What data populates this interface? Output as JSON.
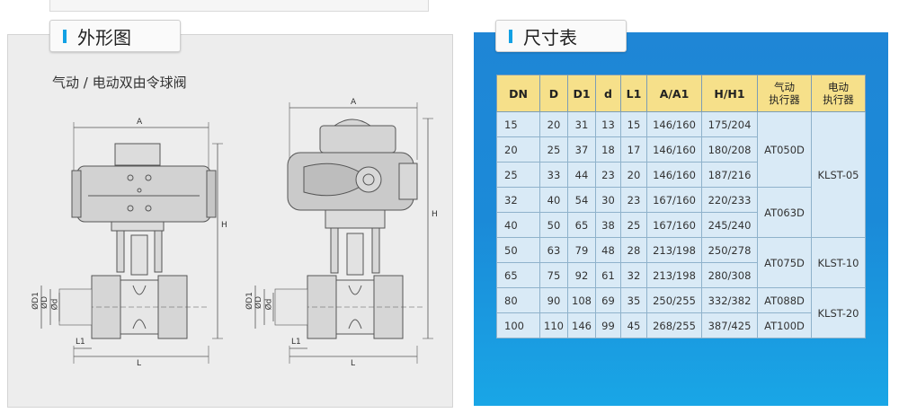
{
  "left_tab": {
    "title": "外形图"
  },
  "right_tab": {
    "title": "尺寸表"
  },
  "subtitle": "气动 / 电动双由令球阀",
  "dimension_labels": {
    "a": "A",
    "h": "H",
    "l": "L",
    "l1": "L1",
    "od1": "ØD1",
    "od": "ØD",
    "d_small": "Ød"
  },
  "table": {
    "headers": [
      "DN",
      "D",
      "D1",
      "d",
      "L1",
      "A/A1",
      "H/H1"
    ],
    "header_pneumatic": {
      "line1": "气动",
      "line2": "执行器"
    },
    "header_electric": {
      "line1": "电动",
      "line2": "执行器"
    },
    "rows": [
      [
        "15",
        "20",
        "31",
        "13",
        "15",
        "146/160",
        "175/204"
      ],
      [
        "20",
        "25",
        "37",
        "18",
        "17",
        "146/160",
        "180/208"
      ],
      [
        "25",
        "33",
        "44",
        "23",
        "20",
        "146/160",
        "187/216"
      ],
      [
        "32",
        "40",
        "54",
        "30",
        "23",
        "167/160",
        "220/233"
      ],
      [
        "40",
        "50",
        "65",
        "38",
        "25",
        "167/160",
        "245/240"
      ],
      [
        "50",
        "63",
        "79",
        "48",
        "28",
        "213/198",
        "250/278"
      ],
      [
        "65",
        "75",
        "92",
        "61",
        "32",
        "213/198",
        "280/308"
      ],
      [
        "80",
        "90",
        "108",
        "69",
        "35",
        "250/255",
        "332/382"
      ],
      [
        "100",
        "110",
        "146",
        "99",
        "45",
        "268/255",
        "387/425"
      ]
    ],
    "pneumatic": [
      "AT050D",
      "AT063D",
      "AT075D",
      "AT088D",
      "AT100D"
    ],
    "electric": [
      "KLST-05",
      "KLST-10",
      "KLST-20"
    ]
  },
  "colors": {
    "accent": "#12a1e4",
    "header_bg": "#f6e08a",
    "cell_bg": "#d9eaf6",
    "panel_blue": "#1b8ad8"
  }
}
